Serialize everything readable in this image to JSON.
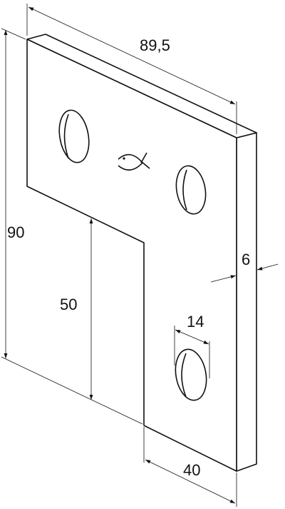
{
  "dimensions": {
    "width_top": "89,5",
    "height_total": "90",
    "height_inner": "50",
    "thickness": "6",
    "slot_width": "14",
    "width_bottom": "40"
  },
  "icons": {
    "logo": "fish-logo-icon"
  }
}
